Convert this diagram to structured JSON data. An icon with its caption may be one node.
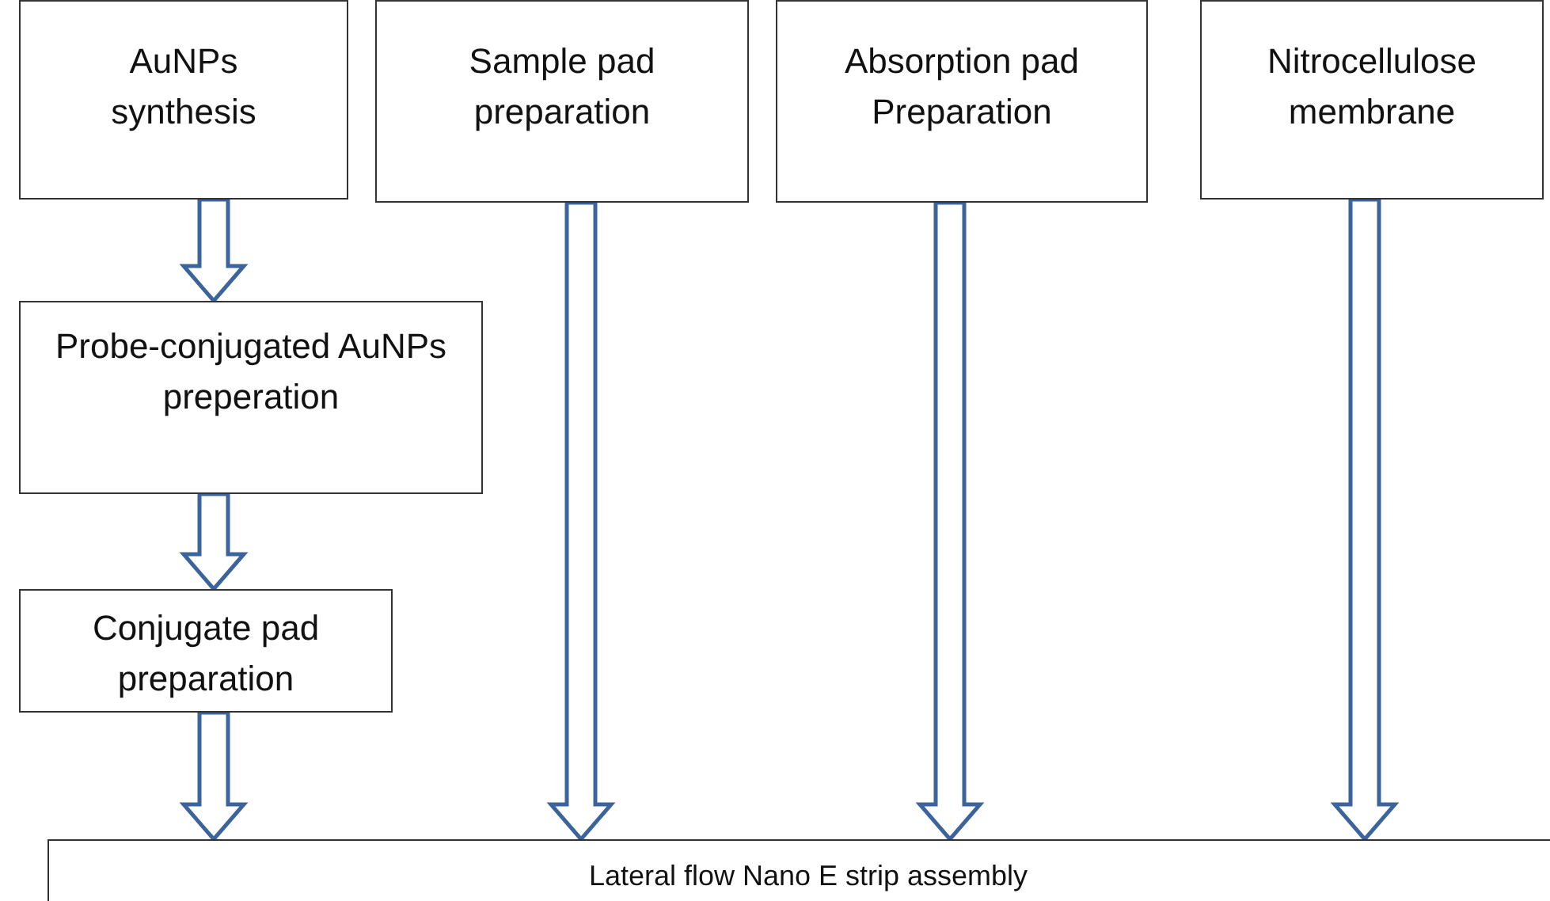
{
  "diagram": {
    "nodes": [
      {
        "text": [
          "AuNPs synthesis"
        ]
      },
      {
        "text": [
          "Sample pad preparation"
        ]
      },
      {
        "text": [
          "Absorption pad Preparation"
        ]
      },
      {
        "text": [
          "Nitrocellulose membrane"
        ]
      },
      {
        "text": [
          "Probe-conjugated AuNPs preperation"
        ]
      },
      {
        "text": [
          "Conjugate pad preparation"
        ]
      },
      {
        "text": [
          "Lateral flow Nano E strip assembly"
        ]
      }
    ],
    "edges": [
      {
        "from": 0,
        "to": 4,
        "arrow": "to"
      },
      {
        "from": 4,
        "to": 5,
        "arrow": "to"
      },
      {
        "from": 5,
        "to": 6,
        "arrow": "to"
      },
      {
        "from": 1,
        "to": 6,
        "arrow": "to"
      },
      {
        "from": 2,
        "to": 6,
        "arrow": "to"
      },
      {
        "from": 3,
        "to": 6,
        "arrow": "to"
      }
    ]
  }
}
